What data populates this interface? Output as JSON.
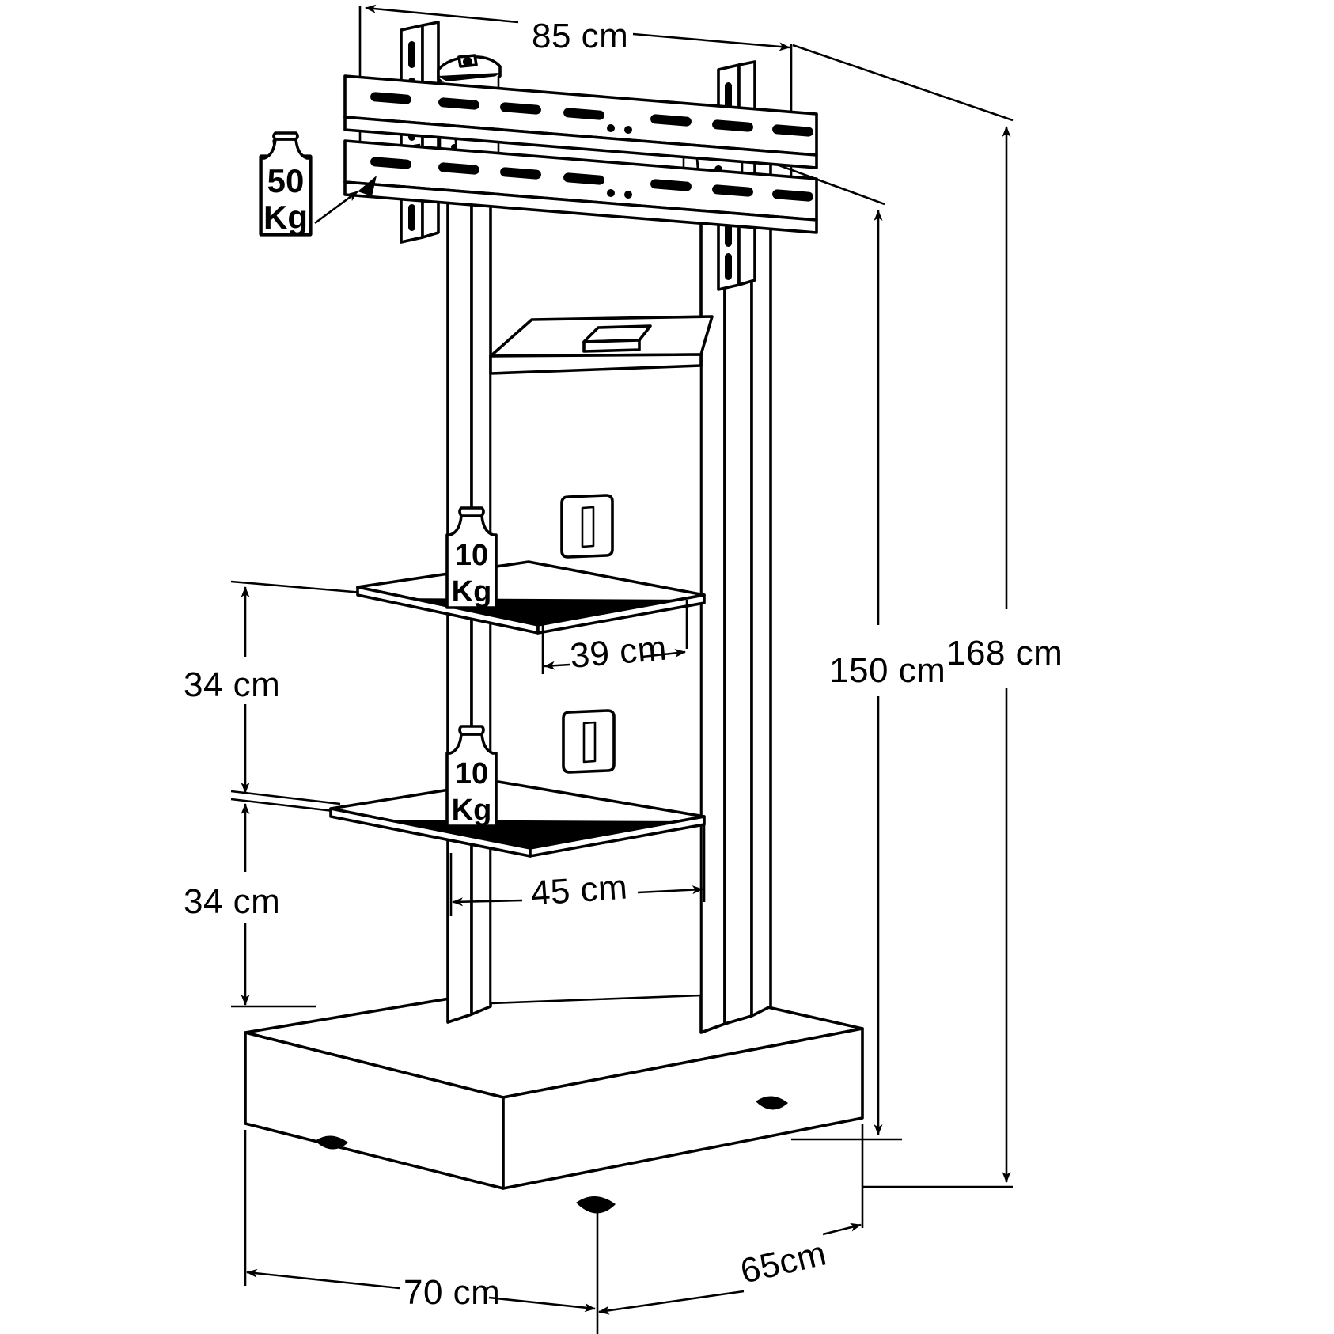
{
  "drawing": {
    "title": "TV Floor Stand Dimensional Drawing",
    "type": "isometric-technical-line-drawing",
    "background_color": "#ffffff",
    "line_color": "#000000"
  },
  "dimensions": {
    "tv_mount_width": "85 cm",
    "overall_height": "168 cm",
    "screen_mount_height": "150 cm",
    "upper_shelf_depth": "39 cm",
    "lower_shelf_depth": "45 cm",
    "upper_gap": "34 cm",
    "lower_gap": "34 cm",
    "base_width": "70 cm",
    "base_depth": "65cm"
  },
  "load_tags": {
    "tv_mount": {
      "value": "50",
      "unit": "Kg"
    },
    "upper_shelf": {
      "value": "10",
      "unit": "Kg"
    },
    "lower_shelf": {
      "value": "10",
      "unit": "Kg"
    }
  },
  "parts": {
    "vesa_rail_upper": "vesa-rail-upper",
    "vesa_rail_lower": "vesa-rail-lower",
    "vesa_bracket_left": "vesa-bracket-left",
    "vesa_bracket_right": "vesa-bracket-right",
    "column_left": "column-left",
    "column_right": "column-right",
    "back_panel": "back-panel",
    "top_tray": "top-tray",
    "shelf_upper": "shelf-upper",
    "shelf_lower": "shelf-lower",
    "base_plinth": "base-plinth",
    "caster_front_left": "caster-front-left",
    "caster_front_right": "caster-front-right",
    "clamp_upper": "shelf-clamp-upper",
    "clamp_lower": "shelf-clamp-lower"
  }
}
